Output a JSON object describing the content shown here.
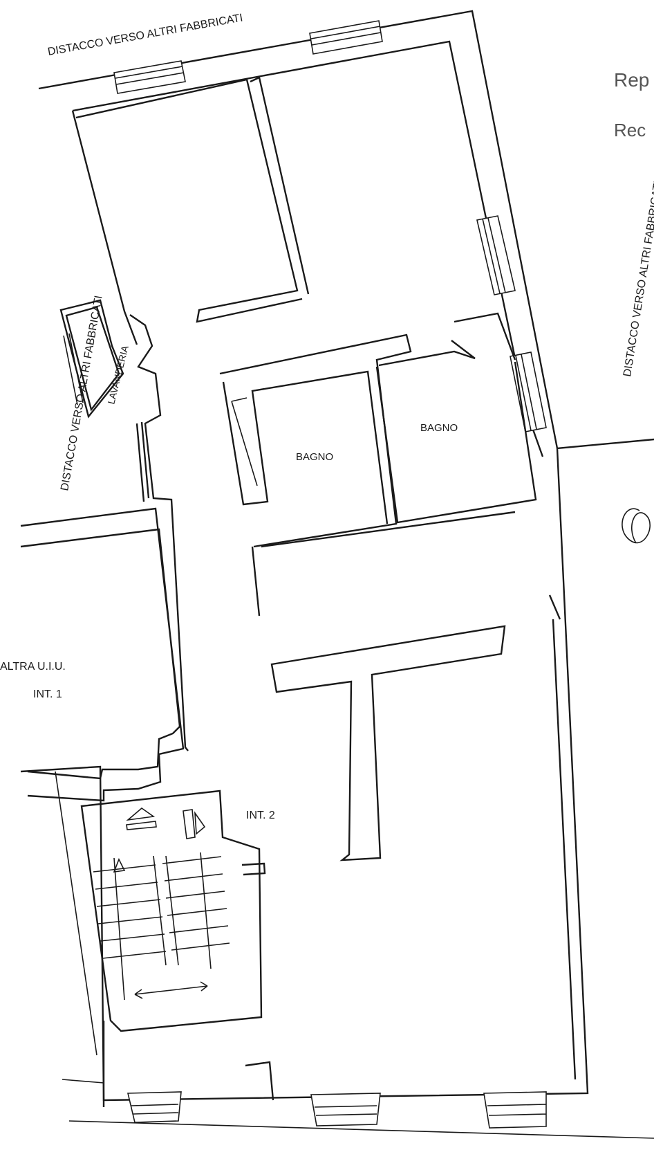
{
  "labels": {
    "top_edge": "DISTACCO VERSO ALTRI FABBRICATI",
    "left_edge": "DISTACCO VERSO ALTRI FABBRICATI",
    "right_edge": "DISTACCO VERSO ALTRI FABBRICATI",
    "lavanderia": "LAVANDERIA",
    "bagno_left": "BAGNO",
    "bagno_right": "BAGNO",
    "altra_uiu": "ALTRA U.I.U.",
    "int_1": "INT. 1",
    "int_2": "INT. 2",
    "margin_line_1": "Rep",
    "margin_line_2": "Rec"
  },
  "colors": {
    "ink": "#1a1a1a",
    "paper": "#ffffff"
  }
}
